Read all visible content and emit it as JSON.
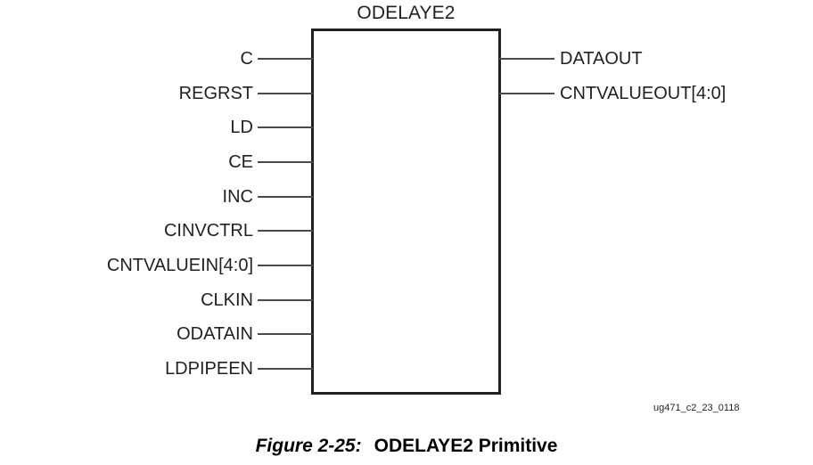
{
  "figure": {
    "block_title": "ODELAYE2",
    "artwork_id": "ug471_c2_23_0118",
    "caption_number": "Figure 2-25:",
    "caption_text": "ODELAYE2 Primitive",
    "colors": {
      "box_border": "#231f20",
      "wire": "#4a4a4a",
      "text": "#231f20",
      "background": "#ffffff"
    }
  },
  "inputs": [
    {
      "label": "C"
    },
    {
      "label": "REGRST"
    },
    {
      "label": "LD"
    },
    {
      "label": "CE"
    },
    {
      "label": "INC"
    },
    {
      "label": "CINVCTRL"
    },
    {
      "label": "CNTVALUEIN[4:0]"
    },
    {
      "label": "CLKIN"
    },
    {
      "label": "ODATAIN"
    },
    {
      "label": "LDPIPEEN"
    }
  ],
  "outputs": [
    {
      "label": "DATAOUT"
    },
    {
      "label": "CNTVALUEOUT[4:0]"
    }
  ]
}
